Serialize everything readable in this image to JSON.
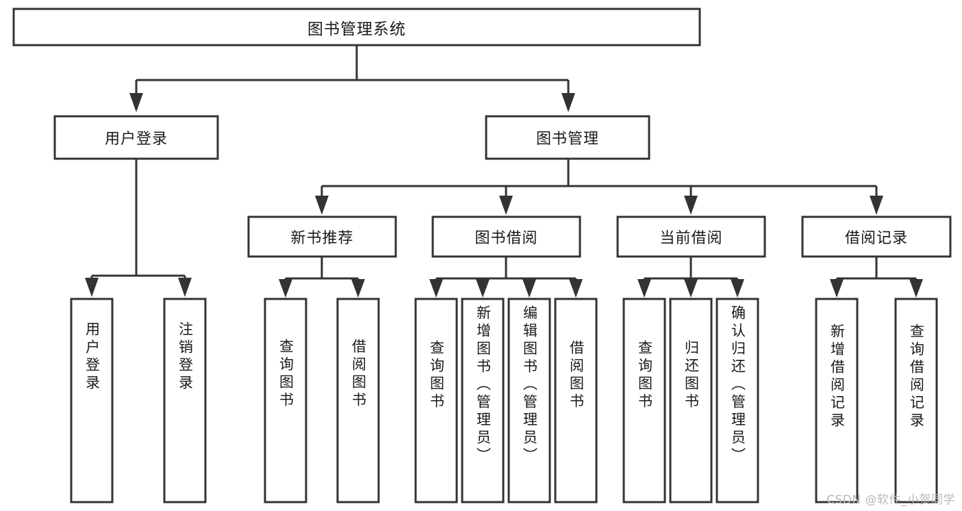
{
  "diagram": {
    "kind": "functional-decomposition-tree",
    "title": "图书管理系统",
    "watermark": "CSDN @软件_小贺同学",
    "colors": {
      "stroke": "#333333",
      "fill": "#ffffff",
      "text": "#1a1a1a",
      "watermark": "#b9b9b9",
      "background": "#ffffff"
    },
    "levels": {
      "root": {
        "label": "图书管理系统"
      },
      "level2": [
        {
          "label": "用户登录"
        },
        {
          "label": "图书管理"
        }
      ],
      "level3": [
        {
          "label": "新书推荐"
        },
        {
          "label": "图书借阅"
        },
        {
          "label": "当前借阅"
        },
        {
          "label": "借阅记录"
        }
      ],
      "leaves": {
        "user_login": [
          {
            "label": "用户登录"
          },
          {
            "label": "注销登录"
          }
        ],
        "new_book_recommend": [
          {
            "label": "查询图书"
          },
          {
            "label": "借阅图书"
          }
        ],
        "book_borrow": [
          {
            "label": "查询图书"
          },
          {
            "label": "新增图书（管理员）"
          },
          {
            "label": "编辑图书（管理员）"
          },
          {
            "label": "借阅图书"
          }
        ],
        "current_borrow": [
          {
            "label": "查询图书"
          },
          {
            "label": "归还图书"
          },
          {
            "label": "确认归还（管理员）"
          }
        ],
        "borrow_record": [
          {
            "label": "新增借阅记录"
          },
          {
            "label": "查询借阅记录"
          }
        ]
      }
    }
  }
}
